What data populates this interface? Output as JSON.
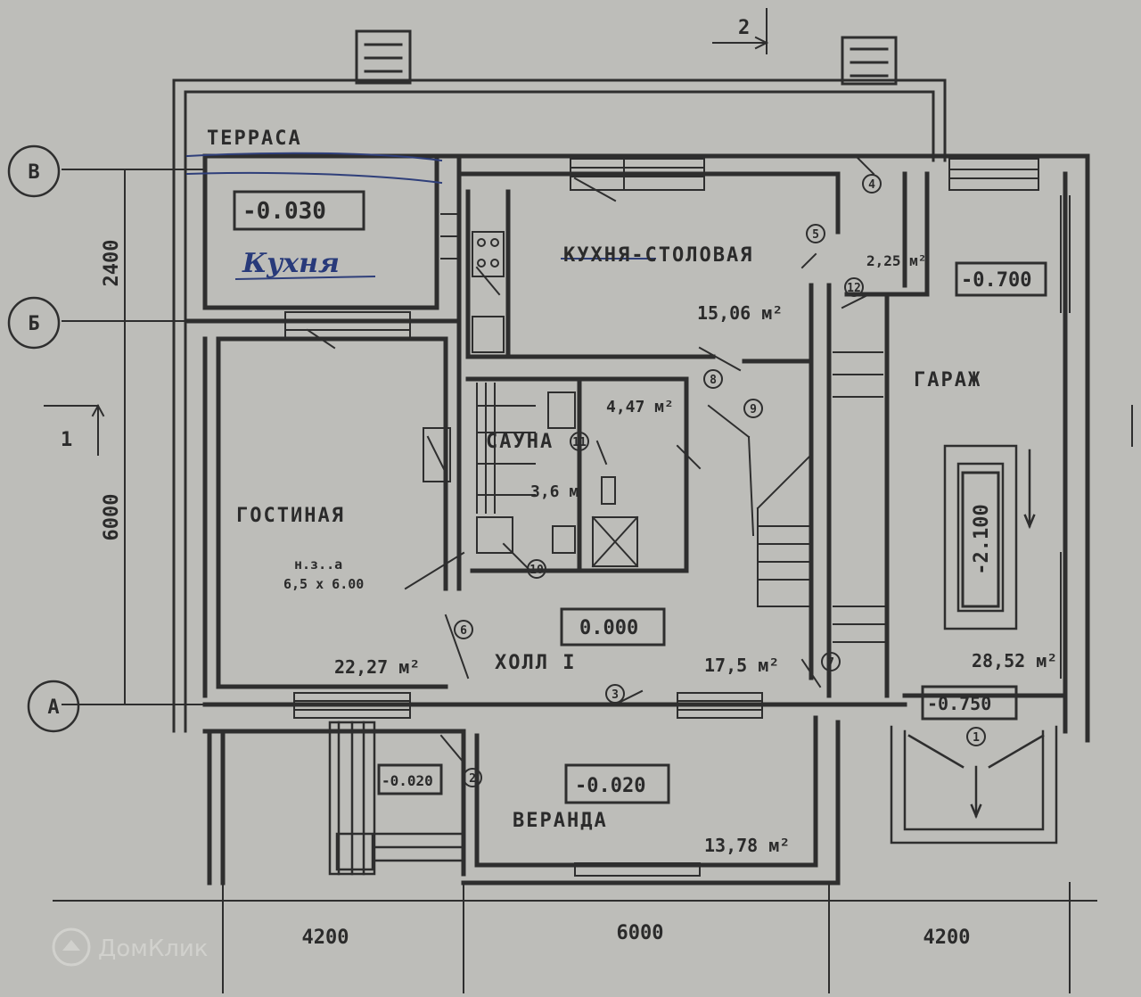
{
  "plan": {
    "rooms": {
      "terrace": "ТЕРРАСА",
      "kitchen_handwritten": "Кухня",
      "kitchen_dining": "КУХНЯ-СТОЛОВАЯ",
      "sauna": "САУНА",
      "living": "ГОСТИНАЯ",
      "hall": "ХОЛЛ I",
      "garage": "ГАРАЖ",
      "veranda": "ВЕРАНДА"
    },
    "areas": {
      "kitchen_dining": "15,06 м²",
      "small_room": "2,25 м²",
      "bath": "4,47 м²",
      "sauna": "3,6 м",
      "living": "22,27 м²",
      "hall": "17,5 м²",
      "garage": "28,52 м²",
      "veranda": "13,78 м²",
      "living_note_top": "н.з..а",
      "living_note_bottom": "6,5 х 6.00"
    },
    "levels": {
      "terrace": "-0.030",
      "garage": "-0.700",
      "garage_pit": "-2.100",
      "hall": "0.000",
      "garage_entry": "-0.750",
      "porch": "-0.020",
      "veranda": "-0.020"
    },
    "axes": {
      "v": "В",
      "b": "Б",
      "a": "А"
    },
    "dims": {
      "top_v": "2400",
      "bottom_v": "6000",
      "left_h": "4200",
      "mid_h": "6000",
      "right_h": "4200"
    },
    "section_marks": {
      "top": "2",
      "left": "1"
    },
    "door_numbers": [
      "1",
      "2",
      "3",
      "4",
      "5",
      "6",
      "7",
      "8",
      "9",
      "10",
      "11",
      "12"
    ],
    "watermark": "ДомКлик"
  }
}
